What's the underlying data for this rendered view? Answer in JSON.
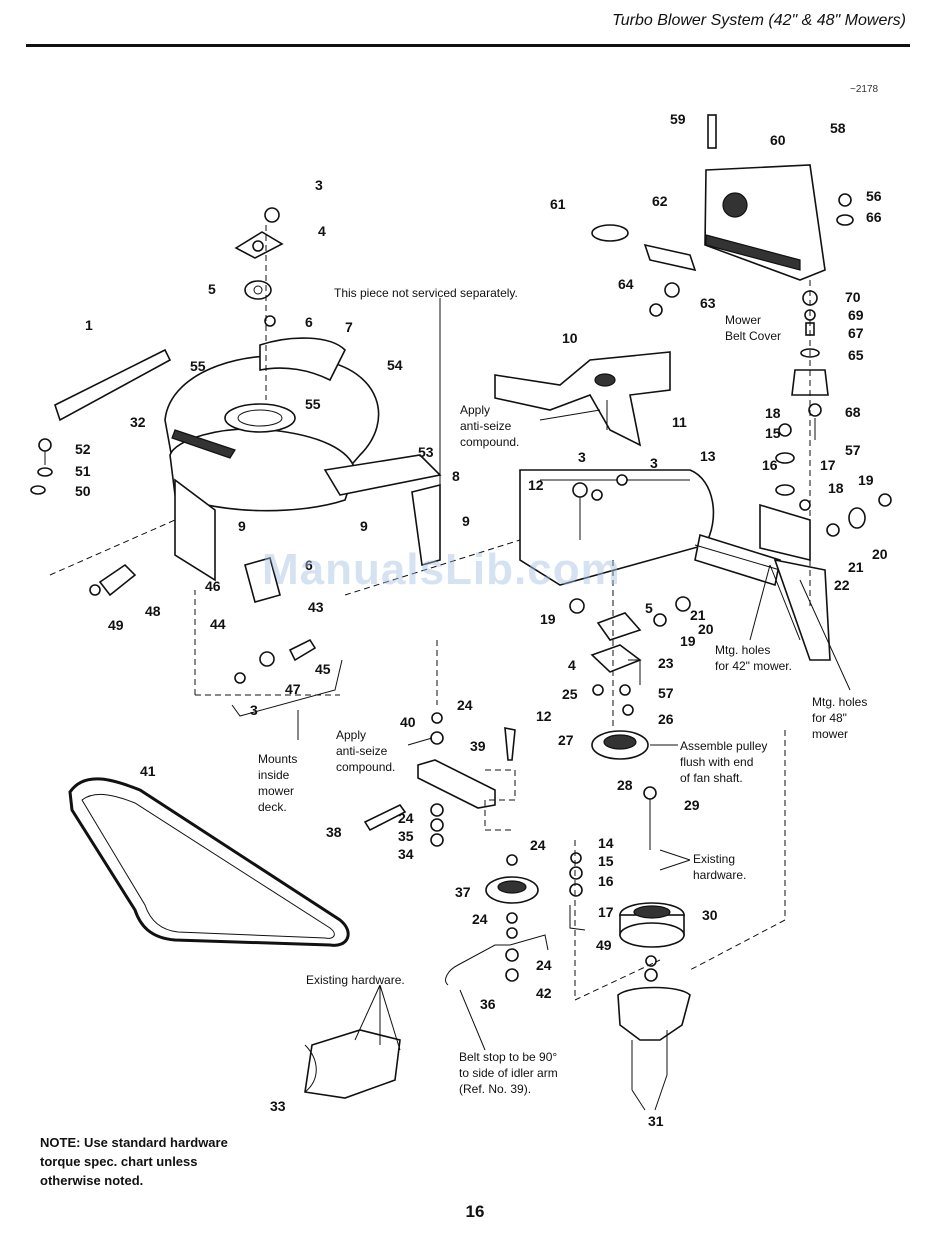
{
  "header": {
    "title": "Turbo Blower System (42\" & 48\" Mowers)"
  },
  "ref_code": "~2178",
  "watermark": "ManualsLib.com",
  "annotations": {
    "not_serviced": "This piece not serviced separately.",
    "apply_antiseize_top": "Apply\nanti-seize\ncompound.",
    "mower_belt_cover": "Mower\nBelt Cover",
    "mtg_holes_42": "Mtg. holes\nfor 42\" mower.",
    "mtg_holes_48": "Mtg. holes\nfor 48\"\nmower",
    "mounts_inside": "Mounts\ninside\nmower\ndeck.",
    "apply_antiseize_mid": "Apply\nanti-seize\ncompound.",
    "assemble_pulley": "Assemble pulley\nflush with end\nof fan shaft.",
    "existing_hardware_right": "Existing\nhardware.",
    "existing_hardware_left": "Existing hardware.",
    "belt_stop": "Belt stop to be 90°\nto side of idler arm\n(Ref. No. 39)."
  },
  "note": "NOTE: Use standard hardware\ntorque spec. chart unless\notherwise noted.",
  "page_number": "16",
  "part_labels": [
    "1",
    "3",
    "4",
    "5",
    "6",
    "7",
    "8",
    "9",
    "10",
    "11",
    "12",
    "13",
    "14",
    "15",
    "16",
    "17",
    "18",
    "19",
    "20",
    "21",
    "22",
    "23",
    "24",
    "25",
    "26",
    "27",
    "28",
    "29",
    "30",
    "31",
    "32",
    "33",
    "34",
    "35",
    "36",
    "37",
    "38",
    "39",
    "40",
    "41",
    "42",
    "43",
    "44",
    "45",
    "46",
    "47",
    "48",
    "49",
    "50",
    "51",
    "52",
    "53",
    "54",
    "55",
    "56",
    "57",
    "58",
    "59",
    "60",
    "61",
    "62",
    "63",
    "64",
    "65",
    "66",
    "67",
    "68",
    "69",
    "70"
  ]
}
